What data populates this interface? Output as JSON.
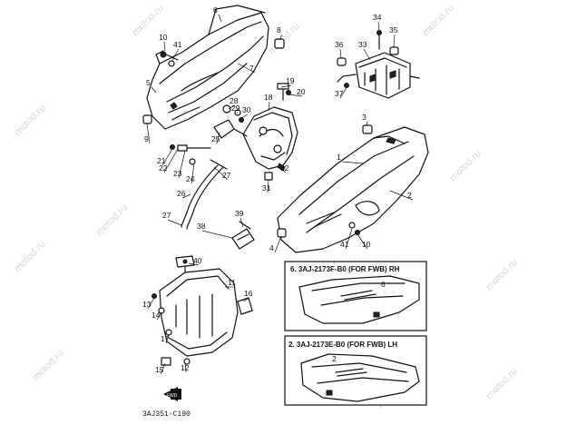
{
  "watermark": "motod.ru",
  "diagram_code": "3AJ351-C190",
  "callouts": [
    "6",
    "8",
    "10",
    "41",
    "5",
    "7",
    "9",
    "19",
    "20",
    "28",
    "29",
    "30",
    "18",
    "25",
    "21",
    "22",
    "23",
    "24",
    "27",
    "26",
    "32",
    "31",
    "27",
    "34",
    "36",
    "33",
    "35",
    "37",
    "3",
    "1",
    "2",
    "38",
    "39",
    "4",
    "41",
    "10",
    "40",
    "11",
    "16",
    "13",
    "14",
    "17",
    "15",
    "12"
  ],
  "inset_boxes": [
    {
      "title": "6. 3AJ-2173F-B0  (FOR FWB) RH",
      "callout": "6"
    },
    {
      "title": "2. 3AJ-2173E-B0  (FOR FWB) LH",
      "callout": "2"
    }
  ],
  "fwd_label": "FWD"
}
